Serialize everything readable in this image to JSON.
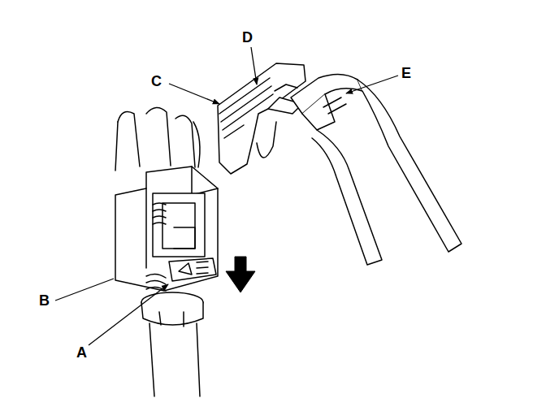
{
  "diagram": {
    "labels": [
      "D",
      "E",
      "C",
      "B",
      "A"
    ]
  }
}
